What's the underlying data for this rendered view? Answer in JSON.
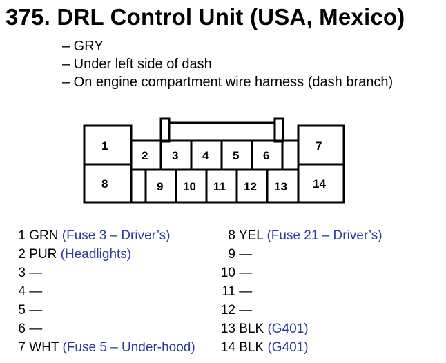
{
  "header": {
    "title": "375. DRL Control Unit (USA, Mexico)"
  },
  "description": [
    "– GRY",
    "– Under left side of dash",
    "– On engine compartment wire harness (dash branch)"
  ],
  "connector": {
    "cell_labels": [
      "1",
      "2",
      "3",
      "4",
      "5",
      "6",
      "7",
      "8",
      "9",
      "10",
      "11",
      "12",
      "13",
      "14"
    ]
  },
  "pins_left": [
    {
      "num": "1",
      "wire": "GRN",
      "note": "(Fuse 3 – Driver’s)"
    },
    {
      "num": "2",
      "wire": "PUR",
      "note": "(Headlights)"
    },
    {
      "num": "3",
      "wire": "—",
      "note": ""
    },
    {
      "num": "4",
      "wire": "—",
      "note": ""
    },
    {
      "num": "5",
      "wire": "—",
      "note": ""
    },
    {
      "num": "6",
      "wire": "—",
      "note": ""
    },
    {
      "num": "7",
      "wire": "WHT",
      "note": "(Fuse 5 – Under-hood)"
    }
  ],
  "pins_right": [
    {
      "num": "8",
      "wire": "YEL",
      "note": "(Fuse 21 – Driver’s)"
    },
    {
      "num": "9",
      "wire": "—",
      "note": ""
    },
    {
      "num": "10",
      "wire": "—",
      "note": ""
    },
    {
      "num": "11",
      "wire": "—",
      "note": ""
    },
    {
      "num": "12",
      "wire": "—",
      "note": ""
    },
    {
      "num": "13",
      "wire": "BLK",
      "note": "(G401)"
    },
    {
      "num": "14",
      "wire": "BLK",
      "note": "(G401)"
    }
  ],
  "colors": {
    "note_text": "#2a3b9d"
  }
}
